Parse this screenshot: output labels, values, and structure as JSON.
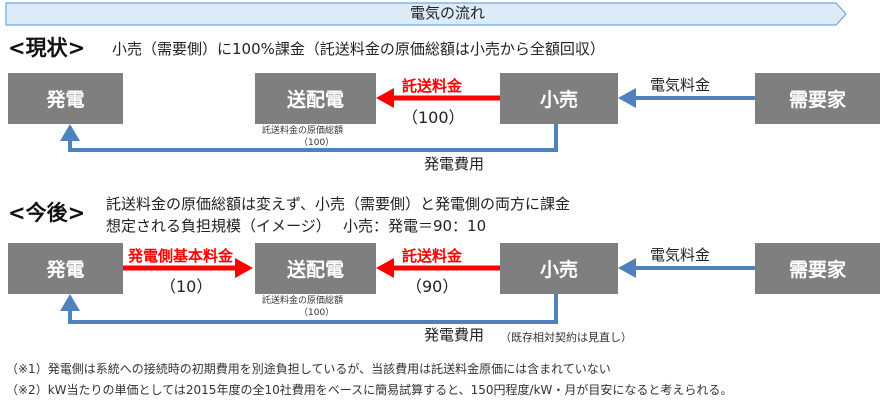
{
  "top_arrow": {
    "label": "電気の流れ"
  },
  "current": {
    "heading": "<現状>",
    "description": "小売（需要側）に100%課金（託送料金の原価総額は小売から全額回収）",
    "boxes": {
      "generation": "発電",
      "transmission": "送配電",
      "retail": "小売",
      "consumer": "需要家"
    },
    "retail_to_transmission_label": "託送料金",
    "retail_to_transmission_value": "（100）",
    "transmission_note_line1": "託送料金の原価総額",
    "transmission_note_line2": "（100）",
    "consumer_to_retail_label": "電気料金",
    "retail_to_generation_label": "発電費用"
  },
  "future": {
    "heading": "<今後>",
    "description_line1": "託送料金の原価総額は変えず、小売（需要側）と発電側の両方に課金",
    "description_line2": "想定される負担規模（イメージ）　 小売：発電＝90：10",
    "boxes": {
      "generation": "発電",
      "transmission": "送配電",
      "retail": "小売",
      "consumer": "需要家"
    },
    "generation_to_transmission_label": "発電側基本料金",
    "generation_to_transmission_value": "（10）",
    "retail_to_transmission_label": "託送料金",
    "retail_to_transmission_value": "（90）",
    "transmission_note_line1": "託送料金の原価総額",
    "transmission_note_line2": "（100）",
    "consumer_to_retail_label": "電気料金",
    "retail_to_generation_label": "発電費用",
    "retail_to_generation_note": "（既存相対契約は見直し）"
  },
  "footnotes": [
    "（※1）発電側は系統への接続時の初期費用を別途負担しているが、当該費用は託送料金原価には含まれていない",
    "（※2）kW当たりの単価としては2015年度の全10社費用をベースに簡易試算すると、150円程度/kW・月が目安になると考えられる。"
  ],
  "colors": {
    "box": "#7f7f7f",
    "red_arrow": "#ff0000",
    "blue_arrow": "#4f81bd",
    "top_arrow_fill": "#dcebf7",
    "top_arrow_stroke": "#6fa8dc"
  },
  "icons": [
    "flow-arrow-right",
    "arrow-left-red",
    "arrow-right-red",
    "arrow-left-blue",
    "arrow-up-blue"
  ]
}
